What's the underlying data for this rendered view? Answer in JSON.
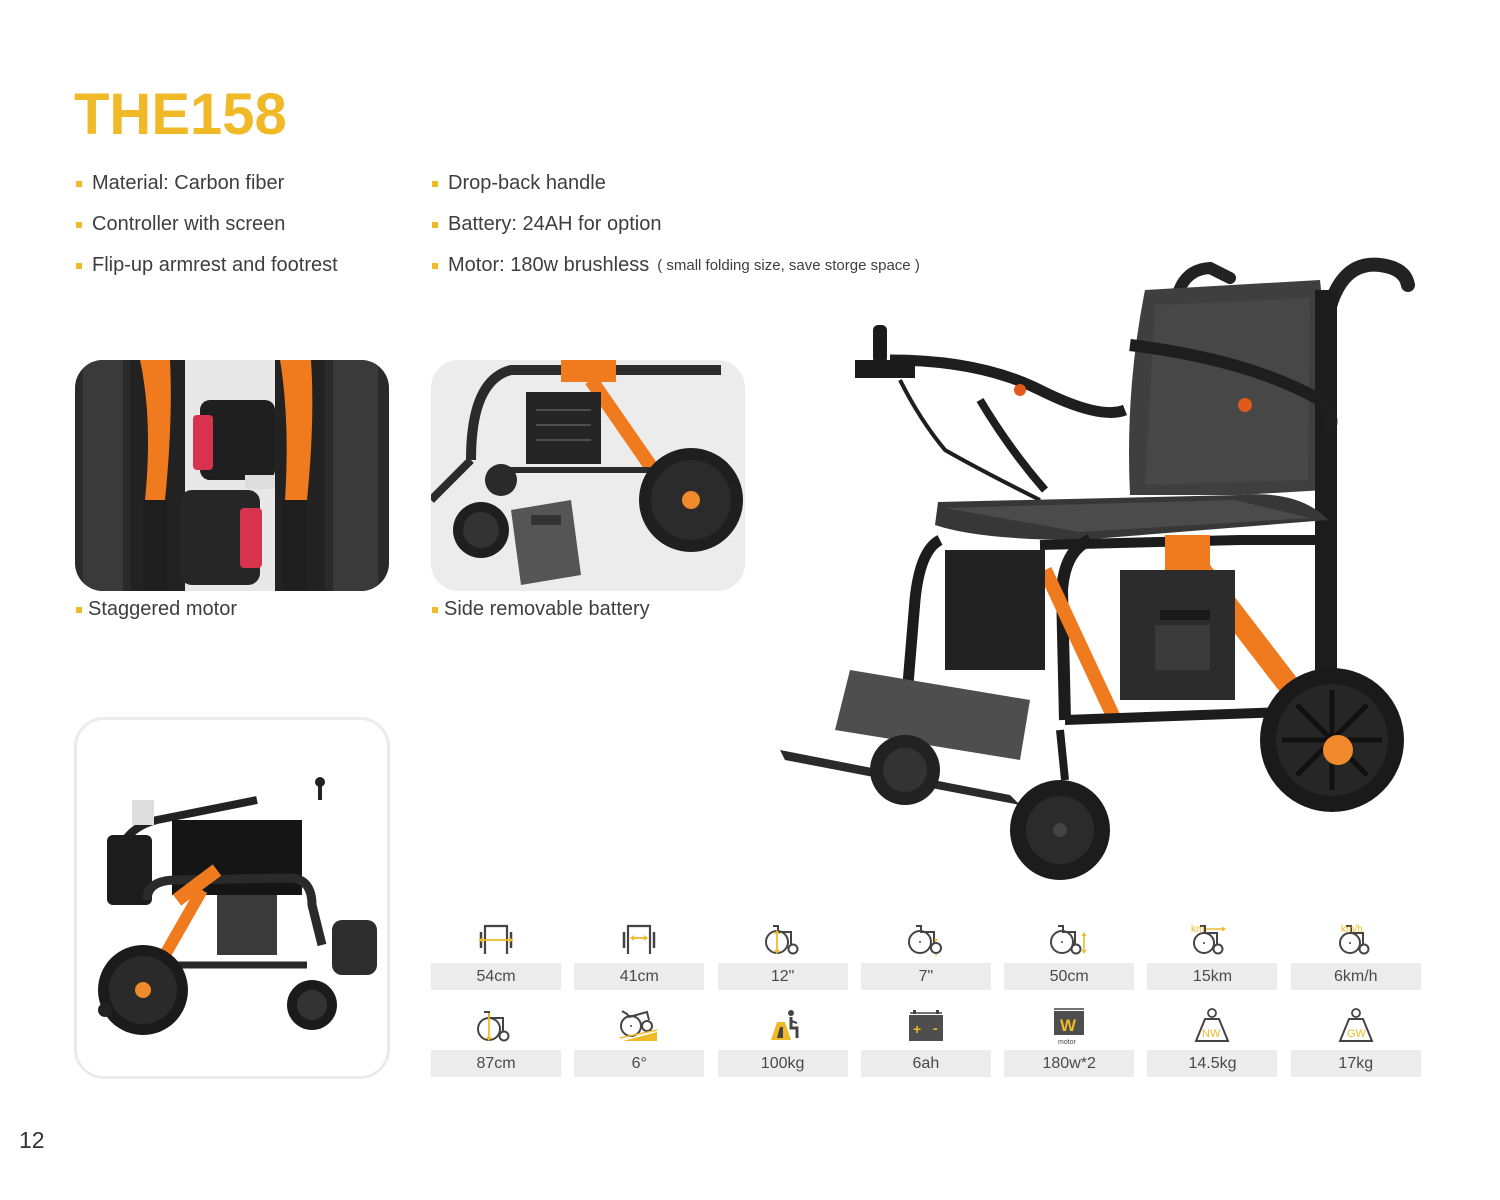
{
  "page": {
    "title": "THE158",
    "page_number": "12",
    "accent_color": "#efb928"
  },
  "features": {
    "col1": [
      {
        "text": "Material: Carbon fiber"
      },
      {
        "text": "Controller with screen"
      },
      {
        "text": "Flip-up armrest and footrest"
      }
    ],
    "col2": [
      {
        "text": "Drop-back handle",
        "note": ""
      },
      {
        "text": "Battery: 24AH for option",
        "note": ""
      },
      {
        "text": "Motor: 180w brushless",
        "note": "( small folding size, save storge space )"
      }
    ]
  },
  "photos": {
    "motor_caption": "Staggered motor",
    "battery_caption": "Side removable battery"
  },
  "specs": {
    "row1": [
      {
        "icon": "overall-width-icon",
        "value": "54cm"
      },
      {
        "icon": "seat-width-icon",
        "value": "41cm"
      },
      {
        "icon": "rear-wheel-size-icon",
        "value": "12\""
      },
      {
        "icon": "front-wheel-size-icon",
        "value": "7\""
      },
      {
        "icon": "seat-height-icon",
        "value": "50cm"
      },
      {
        "icon": "range-km-icon",
        "value": "15km",
        "icon_label": "km"
      },
      {
        "icon": "speed-icon",
        "value": "6km/h",
        "icon_label": "km/h"
      }
    ],
    "row2": [
      {
        "icon": "overall-height-icon",
        "value": "87cm"
      },
      {
        "icon": "climbing-angle-icon",
        "value": "6°"
      },
      {
        "icon": "max-load-icon",
        "value": "100kg"
      },
      {
        "icon": "battery-icon",
        "value": "6ah"
      },
      {
        "icon": "motor-power-icon",
        "value": "180w*2",
        "icon_label": "W",
        "icon_sublabel": "motor"
      },
      {
        "icon": "net-weight-icon",
        "value": "14.5kg",
        "icon_label": "NW"
      },
      {
        "icon": "gross-weight-icon",
        "value": "17kg",
        "icon_label": "GW"
      }
    ]
  }
}
